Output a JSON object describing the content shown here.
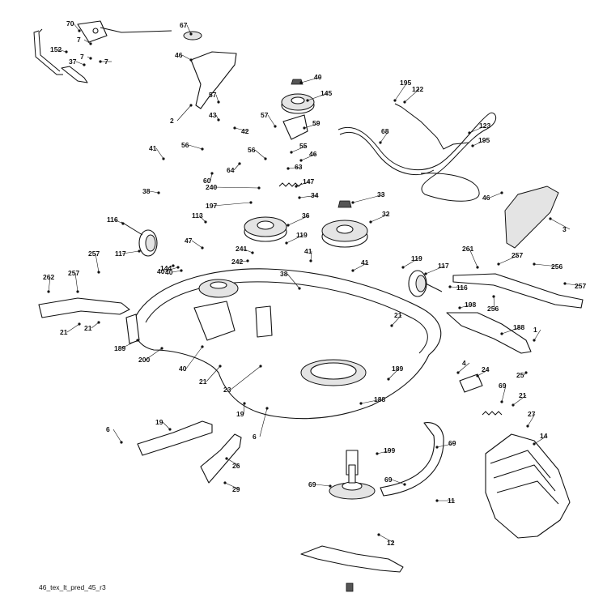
{
  "diagram": {
    "footer_code": "46_tex_lt_pred_45_r3",
    "callouts": [
      "70",
      "67",
      "152",
      "7",
      "7",
      "37",
      "7",
      "46",
      "2",
      "57",
      "43",
      "42",
      "40",
      "145",
      "57",
      "59",
      "195",
      "122",
      "68",
      "123",
      "195",
      "56",
      "56",
      "55",
      "46",
      "63",
      "64",
      "60",
      "41",
      "38",
      "147",
      "240",
      "34",
      "197",
      "33",
      "32",
      "46",
      "3",
      "116",
      "113",
      "36",
      "47",
      "117",
      "119",
      "40",
      "144",
      "242",
      "241",
      "41",
      "41",
      "40",
      "119",
      "117",
      "116",
      "38",
      "261",
      "257",
      "257",
      "257",
      "262",
      "257",
      "256",
      "256",
      "21",
      "21",
      "198",
      "21",
      "1",
      "188",
      "189",
      "200",
      "40",
      "21",
      "23",
      "4",
      "24",
      "25",
      "69",
      "21",
      "189",
      "188",
      "19",
      "6",
      "6",
      "19",
      "26",
      "29",
      "27",
      "69",
      "14",
      "199",
      "69",
      "69",
      "11",
      "12"
    ]
  }
}
